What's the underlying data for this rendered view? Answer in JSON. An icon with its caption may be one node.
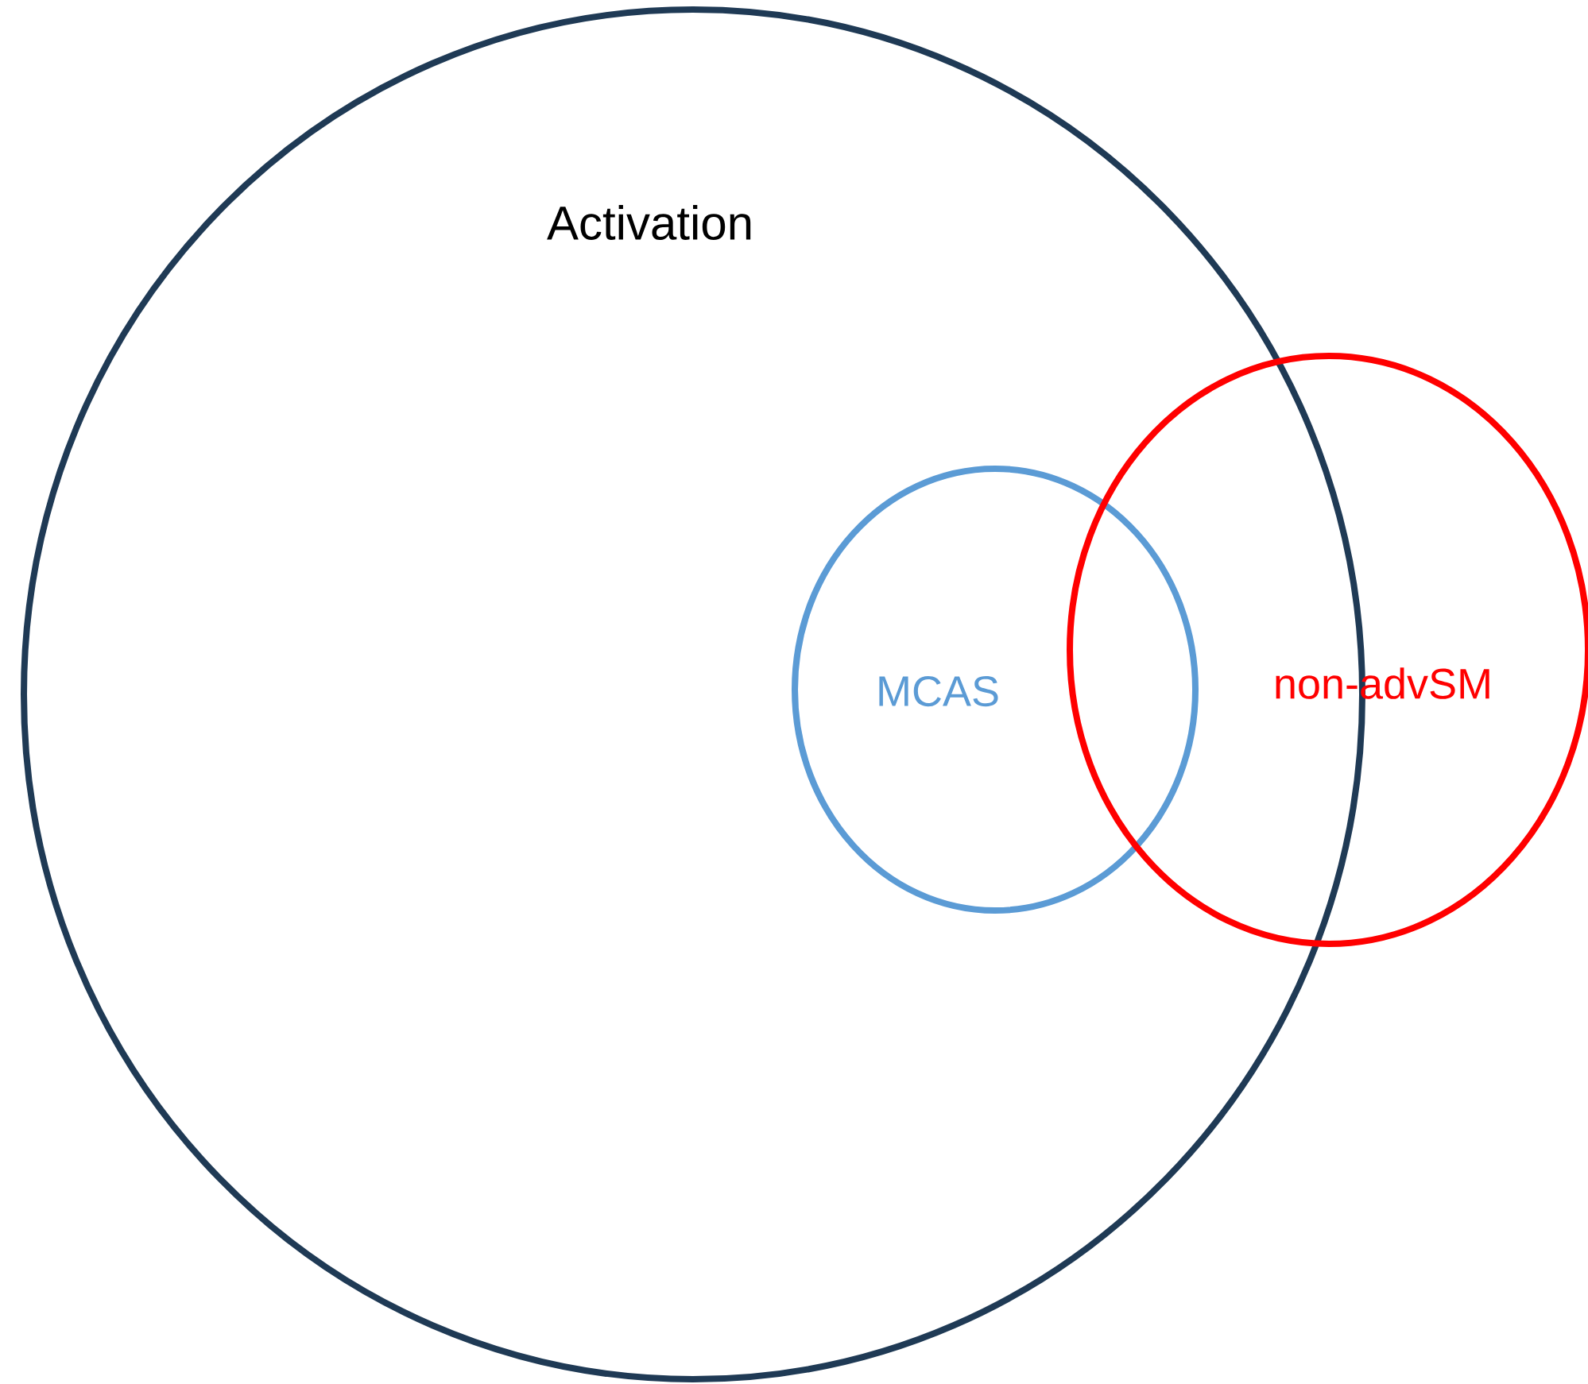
{
  "diagram": {
    "nodes": [
      {
        "text": [
          "Activation"
        ]
      },
      {
        "text": [
          "MCAS"
        ],
        "in": 0
      },
      {
        "text": [
          "non-advSM"
        ]
      }
    ]
  }
}
